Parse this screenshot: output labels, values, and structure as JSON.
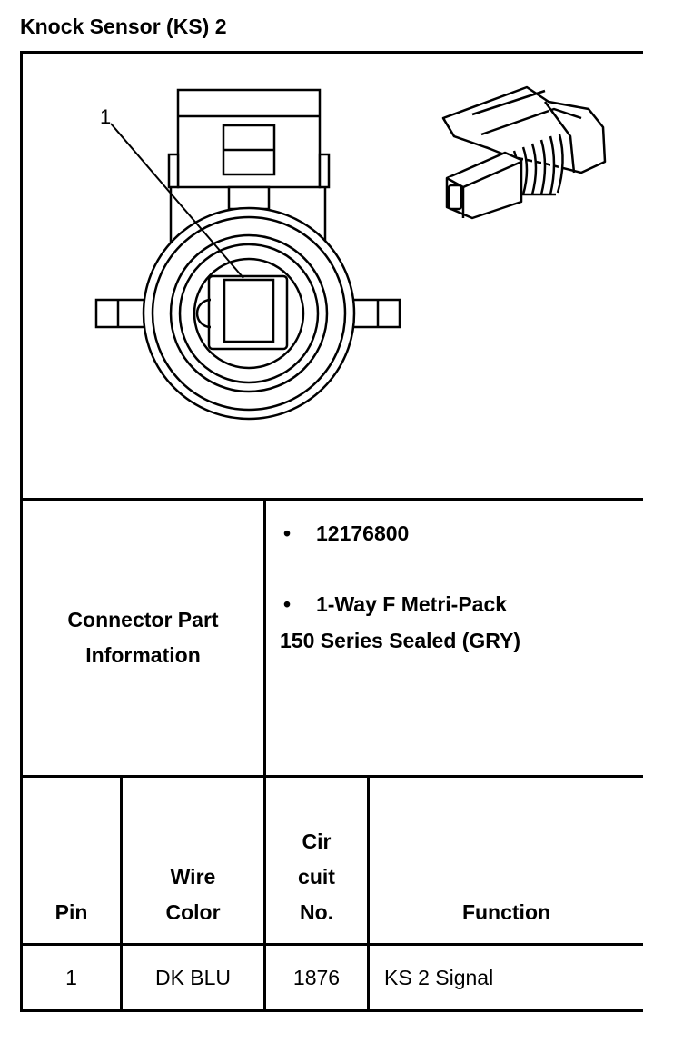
{
  "title": "Knock Sensor (KS) 2",
  "diagram": {
    "callout_label": "1",
    "icons": [
      "connector-face-diagram",
      "connector-isometric-view"
    ]
  },
  "connector_info": {
    "label_line1": "Connector Part",
    "label_line2": "Information",
    "bullet_glyph": "•",
    "part_number": "12176800",
    "description_line1": "1-Way F Metri-Pack",
    "description_line2": "150 Series Sealed (GRY)"
  },
  "pin_table": {
    "headers": {
      "pin": "Pin",
      "wire_color_line1": "Wire",
      "wire_color_line2": "Color",
      "circuit_line1": "Cir",
      "circuit_line2": "cuit",
      "circuit_line3": "No.",
      "function": "Function"
    },
    "rows": [
      {
        "pin": "1",
        "wire_color": "DK BLU",
        "circuit": "1876",
        "function": "KS 2 Signal"
      }
    ]
  }
}
